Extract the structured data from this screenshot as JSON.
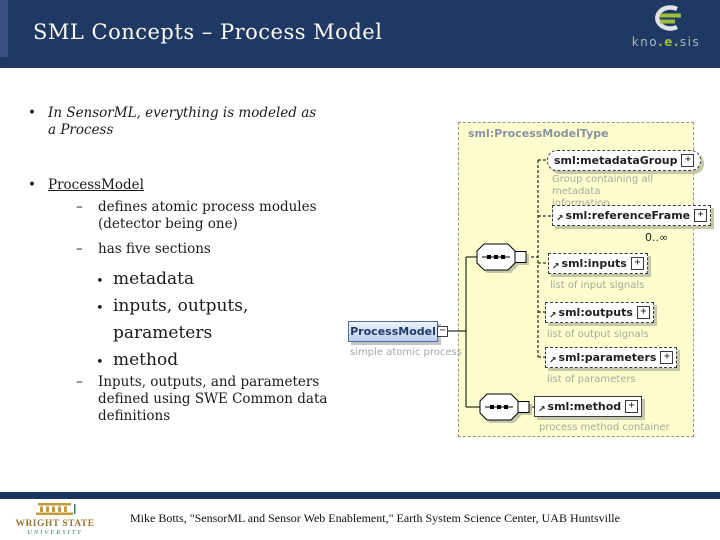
{
  "header": {
    "title": "SML Concepts – Process Model",
    "logo": {
      "part1": "kno",
      "part2": ".e.",
      "part3": "sis"
    }
  },
  "content": {
    "bullet_char": "•",
    "dash_char": "–",
    "b1": "In SensorML, everything is modeled as a Process",
    "b2": "ProcessModel",
    "b2_d1": "defines atomic process modules (detector being one)",
    "b2_d2": "has five sections",
    "sections": [
      "metadata",
      "inputs, outputs, parameters",
      "method"
    ],
    "b2_d3": "Inputs, outputs, and parameters defined using SWE Common data definitions"
  },
  "diagram": {
    "type_label": "sml:ProcessModelType",
    "root": {
      "label": "ProcessModel",
      "caption": "simple atomic process"
    },
    "metadata_group": {
      "label": "sml:metadataGroup",
      "desc": "Group containing all metadata information"
    },
    "reference_frame": {
      "label": "sml:referenceFrame",
      "multiplicity": "0..∞"
    },
    "inputs": {
      "label": "sml:inputs",
      "desc": "list of input signals"
    },
    "outputs": {
      "label": "sml:outputs",
      "desc": "list of output signals"
    },
    "parameters": {
      "label": "sml:parameters",
      "desc": "list of parameters"
    },
    "method": {
      "label": "sml:method",
      "desc": "process method container"
    },
    "icons": {
      "plus": "+",
      "minus": "−",
      "ref_arrow": "↗"
    }
  },
  "footer": {
    "citation": "Mike Botts, \"SensorML and Sensor Web Enablement,\" Earth System Science Center, UAB Huntsville",
    "university": {
      "line1": "WRIGHT STATE",
      "line2": "UNIVERSITY"
    }
  }
}
